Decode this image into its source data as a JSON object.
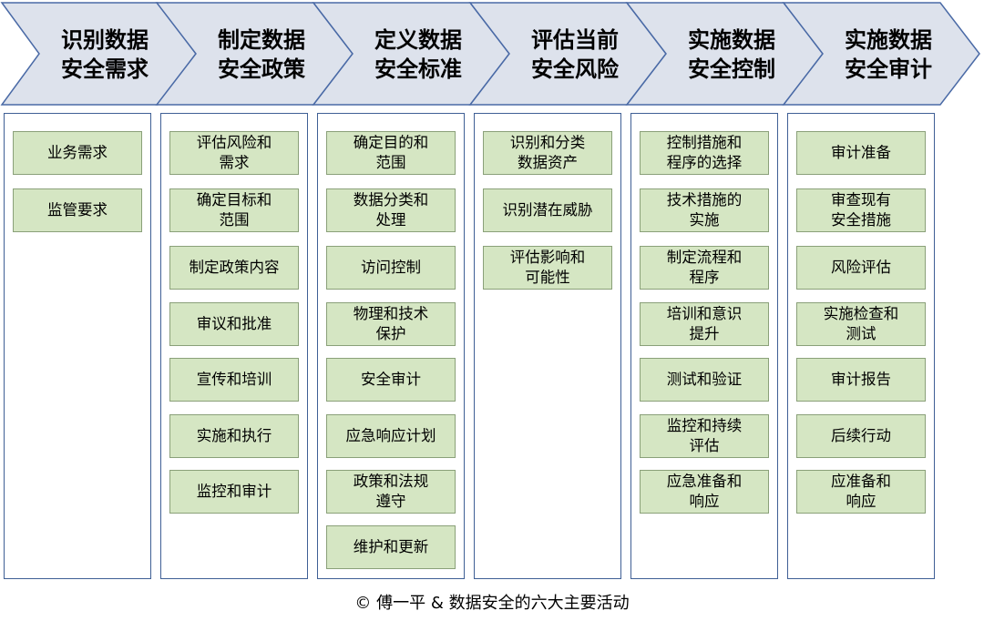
{
  "colors": {
    "chevron_fill": "#dde2ec",
    "chevron_stroke": "#4a6aa6",
    "panel_border": "#3f5f95",
    "box_fill": "#d5e6c3",
    "box_border": "#8aa079"
  },
  "stages": [
    {
      "title": "识别数据\n安全需求",
      "items": [
        "业务需求",
        "监管要求"
      ]
    },
    {
      "title": "制定数据\n安全政策",
      "items": [
        "评估风险和\n需求",
        "确定目标和\n范围",
        "制定政策内容",
        "审议和批准",
        "宣传和培训",
        "实施和执行",
        "监控和审计"
      ]
    },
    {
      "title": "定义数据\n安全标准",
      "items": [
        "确定目的和\n范围",
        "数据分类和\n处理",
        "访问控制",
        "物理和技术\n保护",
        "安全审计",
        "应急响应计划",
        "政策和法规\n遵守",
        "维护和更新"
      ]
    },
    {
      "title": "评估当前\n安全风险",
      "items": [
        "识别和分类\n数据资产",
        "识别潜在威胁",
        "评估影响和\n可能性"
      ]
    },
    {
      "title": "实施数据\n安全控制",
      "items": [
        "控制措施和\n程序的选择",
        "技术措施的\n实施",
        "制定流程和\n程序",
        "培训和意识\n提升",
        "测试和验证",
        "监控和持续\n评估",
        "应急准备和\n响应"
      ]
    },
    {
      "title": "实施数据\n安全审计",
      "items": [
        "审计准备",
        "审查现有\n安全措施",
        "风险评估",
        "实施检查和\n测试",
        "审计报告",
        "后续行动",
        "应准备和\n响应"
      ]
    }
  ],
  "caption": "© 傅一平 & 数据安全的六大主要活动"
}
